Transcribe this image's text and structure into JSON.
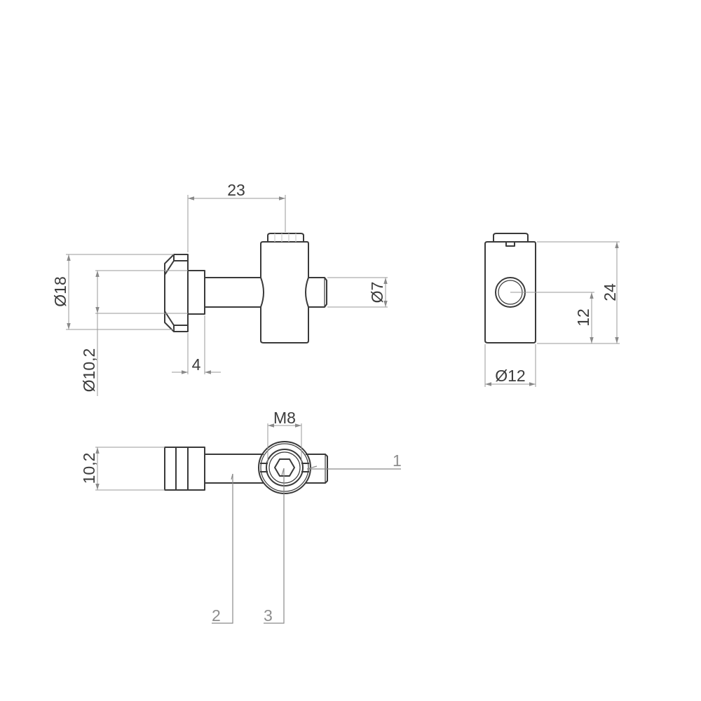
{
  "drawing": {
    "views": {
      "front": {
        "dimensions": {
          "length_top": "23",
          "head_dia": "Ø18",
          "neck_dia": "Ø10,2",
          "head_thickness": "4",
          "pin_dia": "Ø7"
        }
      },
      "side": {
        "dimensions": {
          "height": "24",
          "hole_center": "12",
          "body_dia": "Ø12"
        }
      },
      "top": {
        "dimensions": {
          "width": "10,2",
          "thread": "M8"
        },
        "part_labels": [
          "1",
          "2",
          "3"
        ]
      }
    },
    "colors": {
      "outline": "#3a3a3a",
      "dimension_line": "#9a9a9a",
      "label": "#8e8e8e",
      "background": "#ffffff"
    }
  }
}
